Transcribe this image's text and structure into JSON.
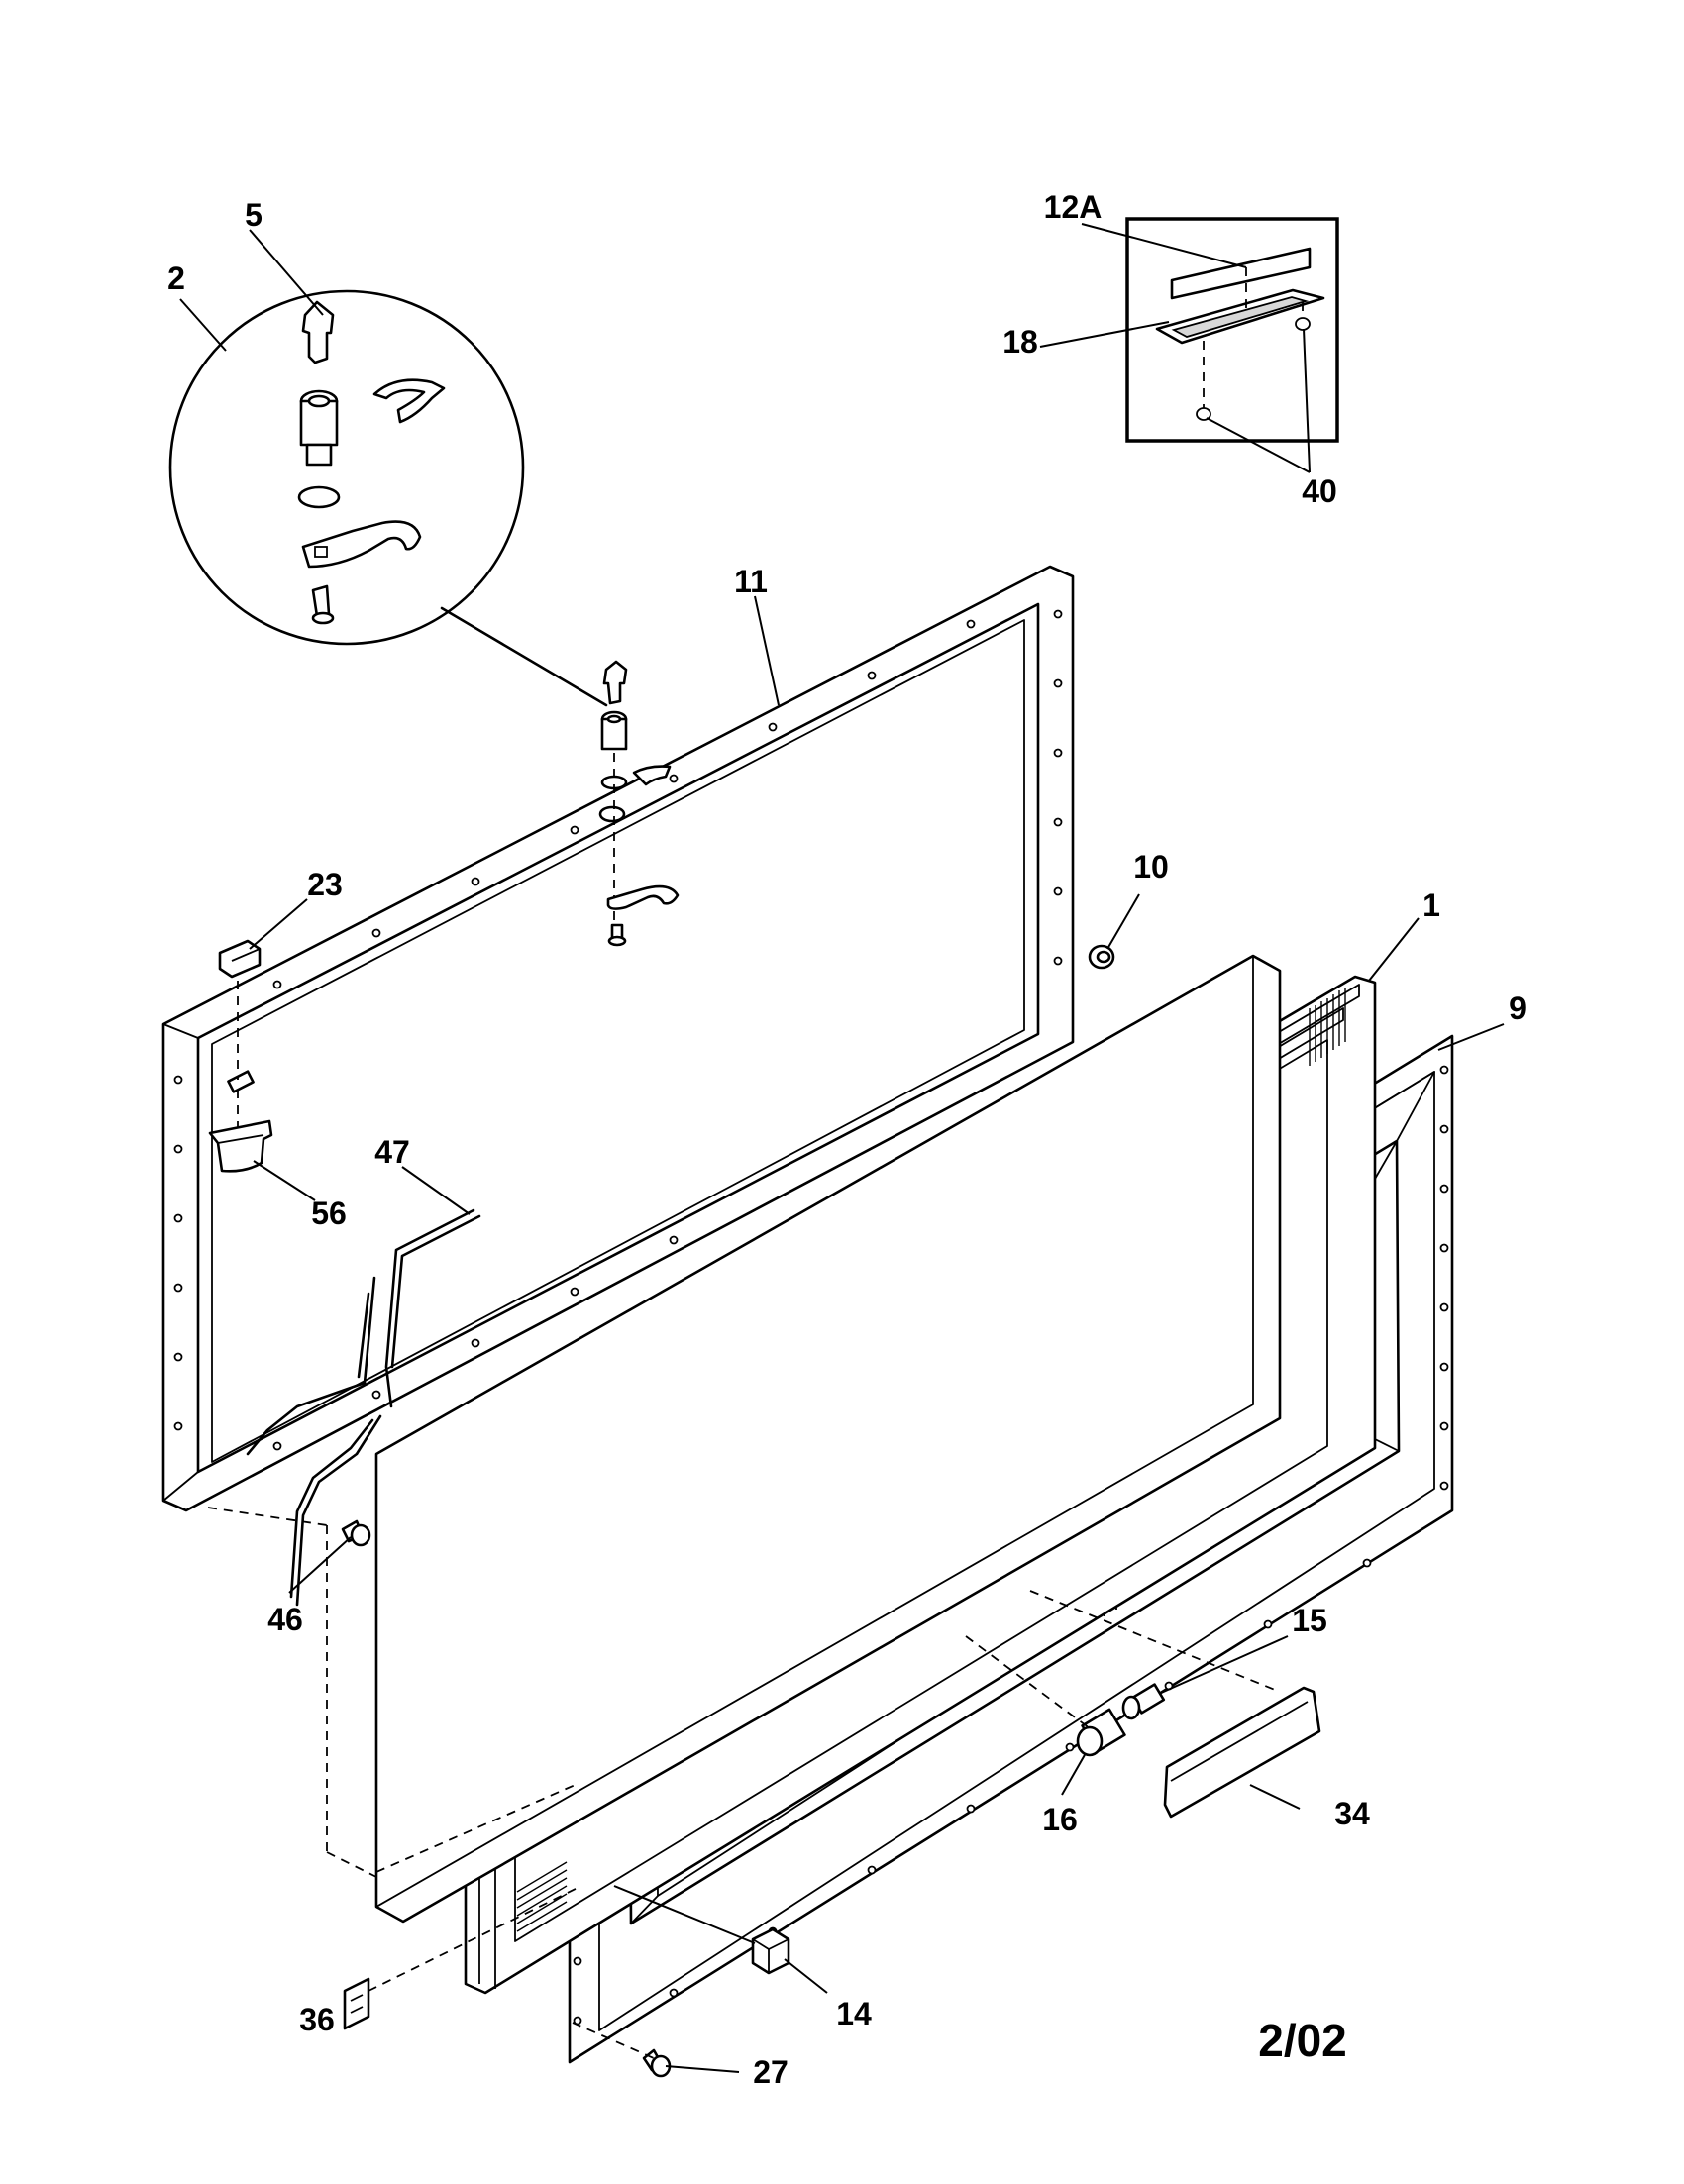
{
  "diagram": {
    "callouts": [
      {
        "id": "1",
        "text": "1"
      },
      {
        "id": "2",
        "text": "2"
      },
      {
        "id": "5",
        "text": "5"
      },
      {
        "id": "9",
        "text": "9"
      },
      {
        "id": "10",
        "text": "10"
      },
      {
        "id": "11",
        "text": "11"
      },
      {
        "id": "12A",
        "text": "12A"
      },
      {
        "id": "14",
        "text": "14"
      },
      {
        "id": "15",
        "text": "15"
      },
      {
        "id": "16",
        "text": "16"
      },
      {
        "id": "18",
        "text": "18"
      },
      {
        "id": "23",
        "text": "23"
      },
      {
        "id": "27",
        "text": "27"
      },
      {
        "id": "34",
        "text": "34"
      },
      {
        "id": "36",
        "text": "36"
      },
      {
        "id": "40",
        "text": "40"
      },
      {
        "id": "46",
        "text": "46"
      },
      {
        "id": "47",
        "text": "47"
      },
      {
        "id": "56",
        "text": "56"
      }
    ],
    "date_code": "2/02"
  }
}
